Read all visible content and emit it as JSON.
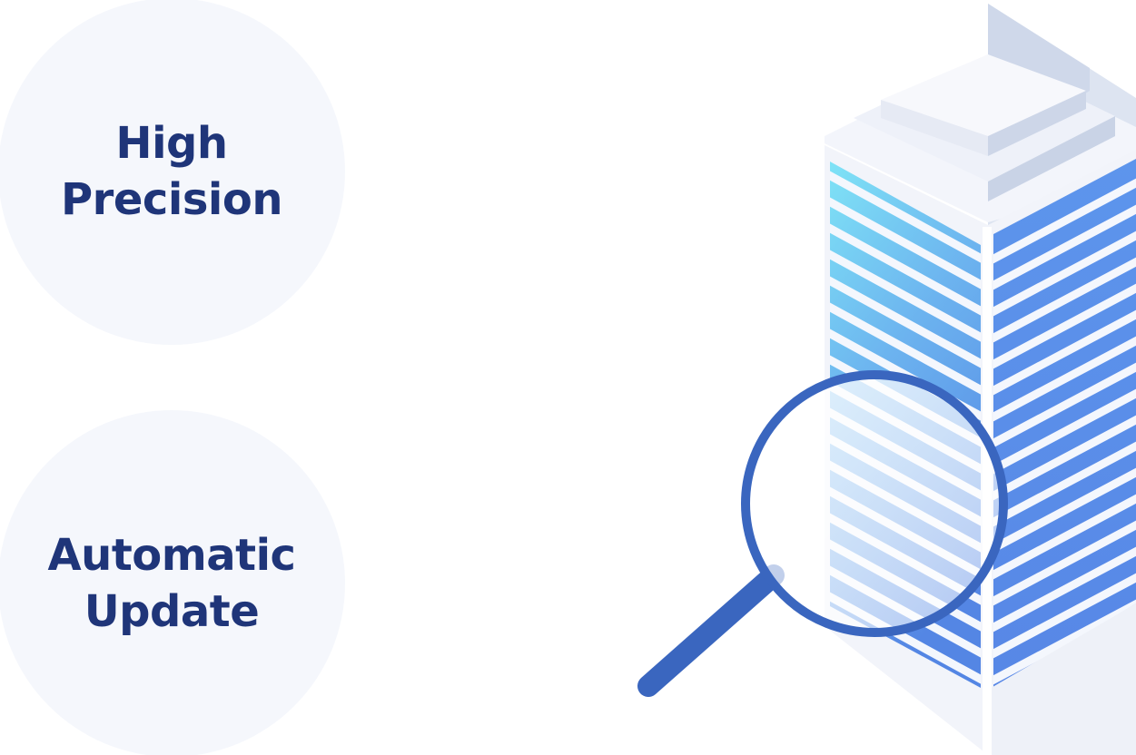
{
  "features": [
    {
      "line1": "High",
      "line2": "Precision"
    },
    {
      "line1": "Automatic",
      "line2": "Update"
    }
  ],
  "icons": {
    "building": "building-icon",
    "magnifier": "magnifying-glass-icon"
  },
  "colors": {
    "circle_bg": "#f5f7fc",
    "label_text": "#1f3579",
    "glass_ring": "#3a66bf",
    "facade_left_top": "#7fe0f5",
    "facade_left_bottom": "#5a8ee6",
    "facade_right": "#5b90ea",
    "building_white": "#f3f5fb"
  }
}
